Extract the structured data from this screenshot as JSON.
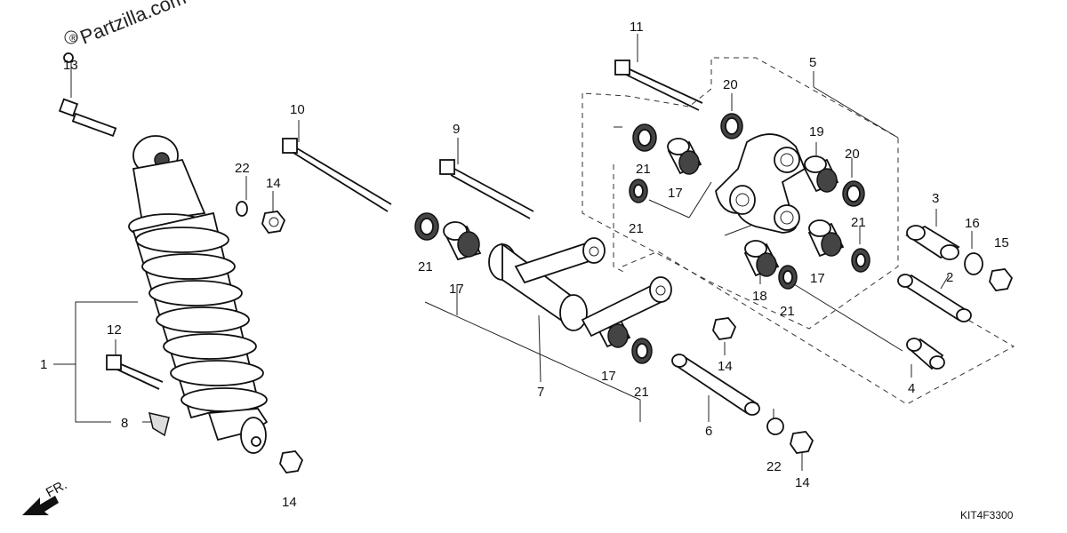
{
  "watermark": "Partzilla.com",
  "diagram_code": "KIT4F3300",
  "direction_label": "FR.",
  "callouts": [
    "1",
    "2",
    "3",
    "4",
    "5",
    "6",
    "7",
    "8",
    "9",
    "10",
    "11",
    "12",
    "13",
    "14",
    "14",
    "14",
    "14",
    "14",
    "15",
    "16",
    "17",
    "17",
    "17",
    "17",
    "18",
    "19",
    "20",
    "20",
    "21",
    "21",
    "21",
    "21",
    "21",
    "21",
    "21",
    "22",
    "22"
  ]
}
